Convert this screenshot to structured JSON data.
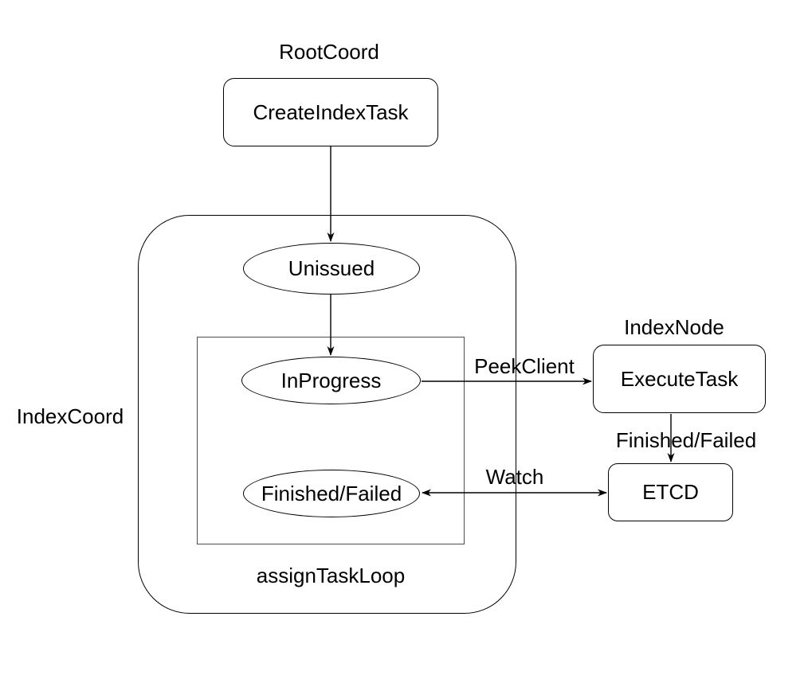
{
  "diagram": {
    "groups": {
      "root_coord_label": "RootCoord",
      "index_coord_label": "IndexCoord",
      "index_node_label": "IndexNode",
      "assign_task_loop_label": "assignTaskLoop"
    },
    "nodes": {
      "create_index_task": "CreateIndexTask",
      "unissued": "Unissued",
      "in_progress": "InProgress",
      "finished_failed": "Finished/Failed",
      "execute_task": "ExecuteTask",
      "etcd": "ETCD"
    },
    "edges": {
      "peek_client_label": "PeekClient",
      "watch_label": "Watch",
      "finished_failed_label": "Finished/Failed"
    },
    "colors": {
      "stroke": "#000000",
      "inner_loop_stroke": "#4d4d4d",
      "background": "#ffffff"
    }
  }
}
